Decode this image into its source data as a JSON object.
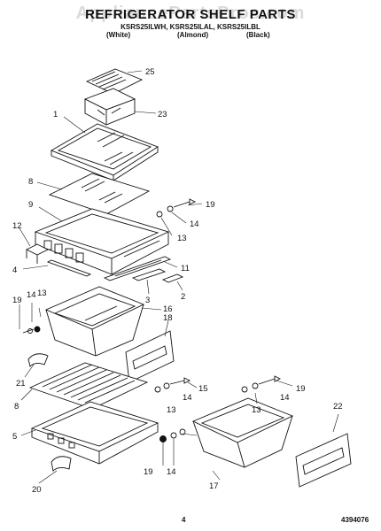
{
  "header": {
    "title": "REFRIGERATOR SHELF PARTS",
    "subtitle": "KSRS25ILWH, KSRS25ILAL, KSRS25ILBL",
    "variants": [
      "(White)",
      "(Almond)",
      "(Black)"
    ]
  },
  "watermark": "AppliancePartsPros.com",
  "callouts": [
    "25",
    "1",
    "23",
    "8",
    "9",
    "19",
    "14",
    "13",
    "12",
    "11",
    "4",
    "2",
    "3",
    "19",
    "14",
    "13",
    "16",
    "18",
    "21",
    "8",
    "15",
    "14",
    "13",
    "19",
    "14",
    "13",
    "22",
    "5",
    "19",
    "14",
    "17",
    "20"
  ],
  "footer": {
    "page": "4",
    "code": "4394076"
  },
  "colors": {
    "line": "#111111",
    "background": "#ffffff"
  }
}
